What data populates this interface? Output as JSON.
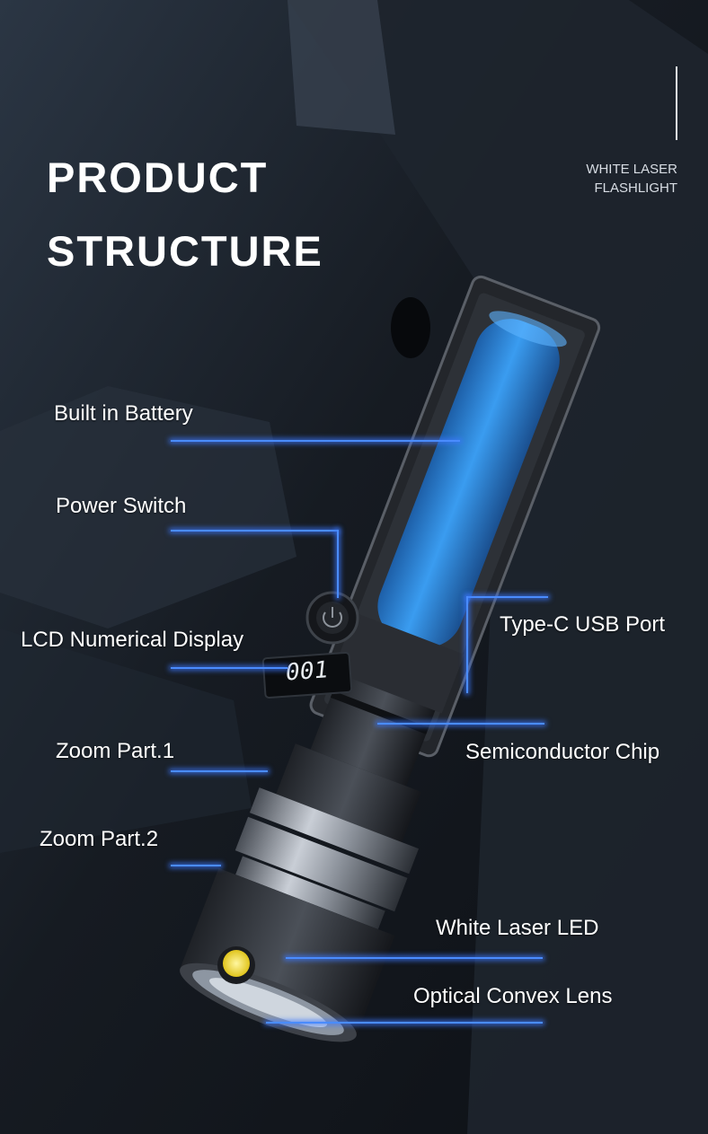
{
  "heading": {
    "line1": "PRODUCT",
    "line2": "STRUCTURE"
  },
  "tagline": {
    "line1": "WHITE LASER",
    "line2": "FLASHLIGHT"
  },
  "lcd_reading": "001",
  "callouts": {
    "built_in_battery": "Built in Battery",
    "power_switch": "Power Switch",
    "lcd_display": "LCD Numerical Display",
    "zoom_part_1": "Zoom Part.1",
    "zoom_part_2": "Zoom Part.2",
    "type_c_port": "Type-C USB Port",
    "semiconductor_chip": "Semiconductor Chip",
    "white_laser_led": "White Laser LED",
    "optical_lens": "Optical Convex Lens"
  },
  "colors": {
    "background": "#1a1f27",
    "leader_line": "#4a8cff",
    "battery": "#2f86d6",
    "led": "#f2e23a"
  }
}
